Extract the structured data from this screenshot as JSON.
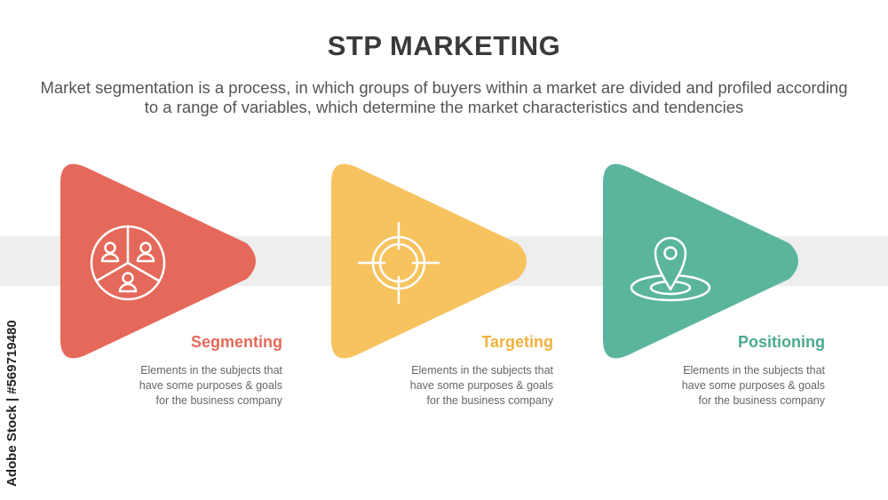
{
  "header": {
    "title": "STP MARKETING",
    "subtitle": "Market segmentation is a process, in which groups of buyers within a market are divided and profiled according to a range of variables, which determine the market characteristics and tendencies"
  },
  "steps": [
    {
      "label": "Segmenting",
      "description": "Elements in the subjects that\nhave  some purposes & goals\nfor the  business company",
      "color": "#e5695a",
      "label_color": "#e5695a",
      "icon": "segmented-users-icon"
    },
    {
      "label": "Targeting",
      "description": "Elements in the subjects that\nhave  some purposes & goals\nfor the  business company",
      "color": "#f7c35f",
      "label_color": "#f2b13c",
      "icon": "crosshair-icon"
    },
    {
      "label": "Positioning",
      "description": "Elements in the subjects that\nhave  some purposes & goals\nfor the  business company",
      "color": "#5bb59d",
      "label_color": "#4aa98e",
      "icon": "location-pin-icon"
    }
  ],
  "credit": "Adobe Stock | #569719480"
}
